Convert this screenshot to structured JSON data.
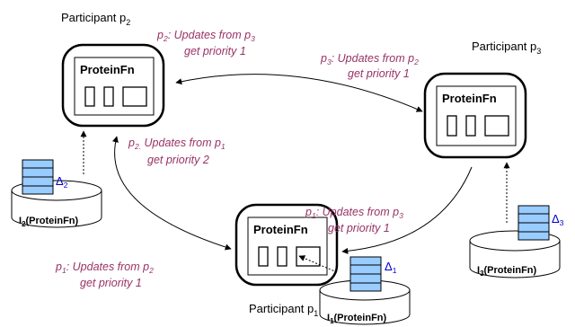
{
  "participants": [
    {
      "id": "p2",
      "label": "Participant p",
      "label_sub": "2",
      "box_title": "ProteinFn",
      "instance_label": "I",
      "instance_sub": "2",
      "instance_suffix": "(ProteinFn)",
      "delta": "Δ",
      "delta_sub": "2"
    },
    {
      "id": "p3",
      "label": "Participant p",
      "label_sub": "3",
      "box_title": "ProteinFn",
      "instance_label": "I",
      "instance_sub": "3",
      "instance_suffix": "(ProteinFn)",
      "delta": "Δ",
      "delta_sub": "3"
    },
    {
      "id": "p1",
      "label": "Participant p",
      "label_sub": "1",
      "box_title": "ProteinFn",
      "instance_label": "I",
      "instance_sub": "1",
      "instance_suffix": "(ProteinFn)",
      "delta": "Δ",
      "delta_sub": "1"
    }
  ],
  "annotations": {
    "p2_from_p3": {
      "who": "p",
      "who_sub": "2",
      "lead": ":  Updates from p",
      "from_sub": "3",
      "line2": "get priority 1"
    },
    "p3_from_p2": {
      "who": "p",
      "who_sub": "3",
      "lead": ":  Updates from p",
      "from_sub": "2",
      "line2": "get priority 1"
    },
    "p2_from_p1": {
      "who": "p",
      "who_sub": "2.",
      "lead": " Updates from p",
      "from_sub": "1",
      "line2": "get priority 2"
    },
    "p1_from_p3": {
      "who": "p",
      "who_sub": "1",
      "lead": ":  Updates from p",
      "from_sub": "3",
      "line2": "get priority 1"
    },
    "p1_from_p2": {
      "who": "p",
      "who_sub": "1",
      "lead": ":  Updates from p",
      "from_sub": "2",
      "line2": "get priority 1"
    }
  }
}
